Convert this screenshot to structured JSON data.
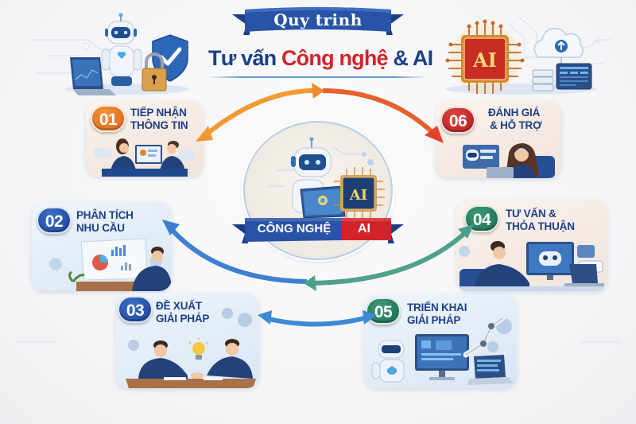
{
  "header": {
    "ribbon_label": "Quy trinh",
    "title_part1": "Tư vấn ",
    "title_part2": "Công nghệ",
    "title_part3": " & AI"
  },
  "center": {
    "label_left": "CÔNG NGHỆ",
    "label_right": "AI",
    "chip_label": "AI",
    "icon": "robot-with-laptop-and-ai-chip"
  },
  "corners": {
    "left": {
      "icons": [
        "robot-icon",
        "laptop-icon",
        "shield-check-icon",
        "padlock-icon"
      ]
    },
    "right": {
      "chip_label": "AI",
      "icons": [
        "ai-chip-icon",
        "cloud-upload-icon",
        "server-icon",
        "dashboard-icon"
      ]
    }
  },
  "steps": [
    {
      "number": "01",
      "line1": "TIẾP NHẬN",
      "line2": "THÔNG TIN",
      "badge_color": "#e0752a",
      "scene": "two people meeting at laptop"
    },
    {
      "number": "02",
      "line1": "PHÂN TÍCH",
      "line2": "NHU CẦU",
      "badge_color": "#2a58ad",
      "scene": "man analyzing charts"
    },
    {
      "number": "03",
      "line1": "ĐỀ XUẤT",
      "line2": "GIẢI PHÁP",
      "badge_color": "#2a58ad",
      "scene": "handshake with lightbulb"
    },
    {
      "number": "04",
      "line1": "TƯ VẤN &",
      "line2": "THỎA THUẬN",
      "badge_color": "#2d8563",
      "scene": "man at computer with AI assistant"
    },
    {
      "number": "05",
      "line1": "TRIỂN KHAI",
      "line2": "GIẢI PHÁP",
      "badge_color": "#2d8563",
      "scene": "robot and robotic arm with monitors"
    },
    {
      "number": "06",
      "line1": "ĐÁNH GIÁ",
      "line2": "& HỖ TRỢ",
      "badge_color": "#c42a2a",
      "scene": "support agent with headset and chatbot"
    }
  ],
  "colors": {
    "navy": "#1c3f86",
    "red": "#d2232a",
    "orange_arrow": "#ee8a2c",
    "red_arrow": "#e2442a",
    "blue_arrow": "#3e7fcf",
    "green_arrow": "#4aa08a"
  }
}
